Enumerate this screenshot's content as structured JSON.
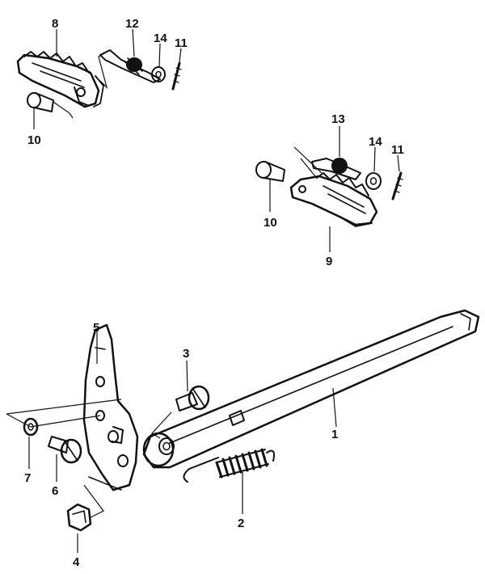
{
  "labels": {
    "p1": "1",
    "p2": "2",
    "p3": "3",
    "p4": "4",
    "p5": "5",
    "p6": "6",
    "p7": "7",
    "p8": "8",
    "p9": "9",
    "p10a": "10",
    "p10b": "10",
    "p11a": "11",
    "p11b": "11",
    "p12": "12",
    "p13": "13",
    "p14a": "14",
    "p14b": "14"
  }
}
